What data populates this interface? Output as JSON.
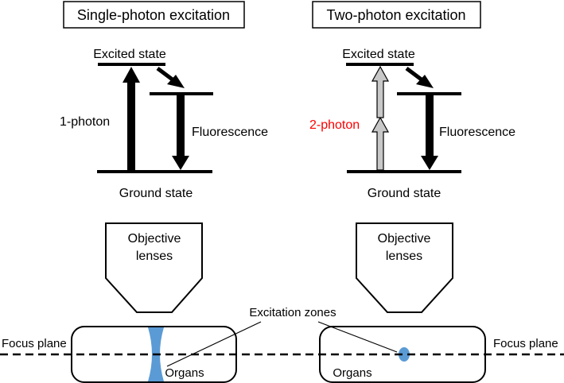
{
  "colors": {
    "line": "#000000",
    "highlight_label": "#ff0000",
    "photon_arrow_fill": "#c8c8c8",
    "excitation_zone": "#5b9bd5",
    "background": "#ffffff"
  },
  "single_photon": {
    "title": "Single-photon excitation",
    "excited_state": "Excited state",
    "ground_state": "Ground state",
    "photon_label": "1-photon",
    "fluorescence": "Fluorescence",
    "objective": [
      "Objective",
      "lenses"
    ],
    "organs": "Organs"
  },
  "two_photon": {
    "title": "Two-photon excitation",
    "excited_state": "Excited state",
    "ground_state": "Ground state",
    "photon_label": "2-photon",
    "fluorescence": "Fluorescence",
    "objective": [
      "Objective",
      "lenses"
    ],
    "organs": "Organs"
  },
  "shared": {
    "excitation_zones": "Excitation zones",
    "focus_plane_left": "Focus plane",
    "focus_plane_right": "Focus plane"
  }
}
